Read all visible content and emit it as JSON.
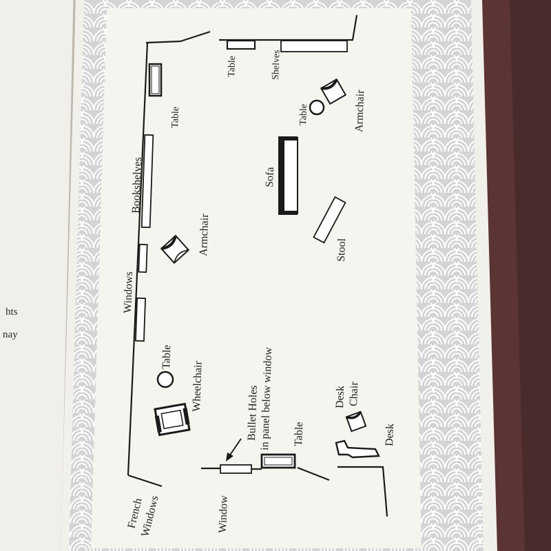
{
  "left_page_fragments": [
    "hts",
    "nay"
  ],
  "floor_plan": {
    "labels": {
      "table_top_left": "Table",
      "bookshelves": "Bookshelves",
      "windows": "Windows",
      "armchair_left": "Armchair",
      "table_wheelchair": "Table",
      "wheelchair": "Wheelchair",
      "french_windows_1": "French",
      "french_windows_2": "Windows",
      "window_bottom": "Window",
      "bullet_holes_1": "Bullet Holes",
      "bullet_holes_2": "in panel below window",
      "table_bottom": "Table",
      "desk_chair_1": "Desk",
      "desk_chair_2": "Chair",
      "desk": "Desk",
      "table_top_right": "Table",
      "shelves": "Shelves",
      "table_armchair_right": "Table",
      "armchair_right": "Armchair",
      "sofa": "Sofa",
      "stool": "Stool"
    }
  },
  "colors": {
    "wood_table": "#c99a5c",
    "book_cover": "#4a2a2a",
    "page_paper": "#f3f1ea",
    "pattern_grey": "#cfcfcf",
    "ink": "#1a1a1a"
  }
}
